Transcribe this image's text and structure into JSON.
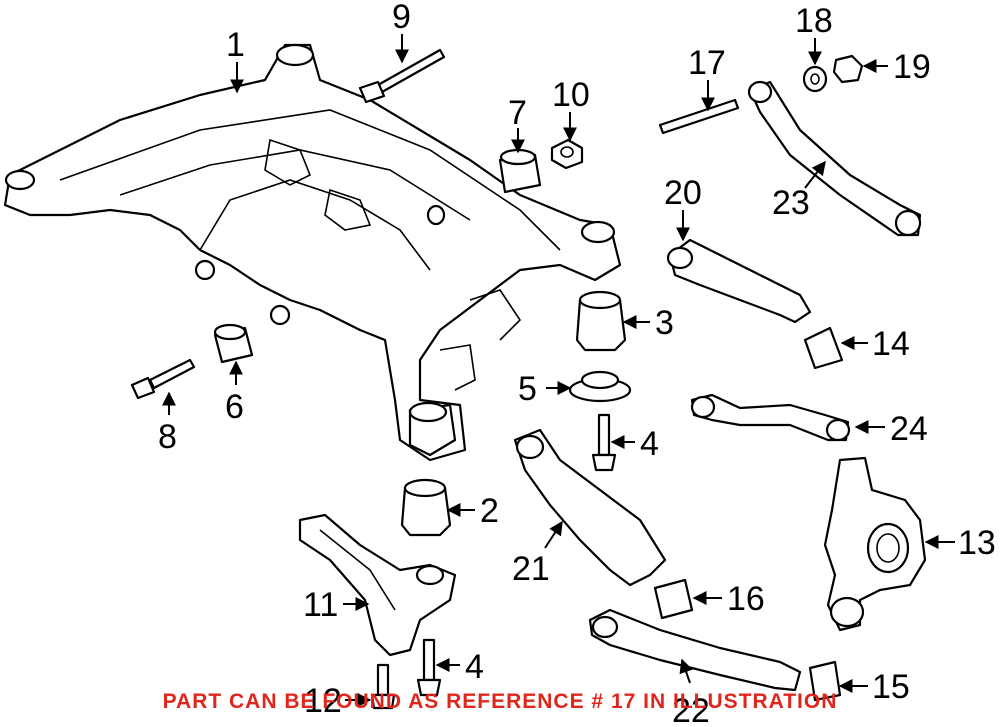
{
  "callouts": [
    "1",
    "2",
    "3",
    "4",
    "4",
    "5",
    "6",
    "7",
    "8",
    "9",
    "10",
    "11",
    "12",
    "13",
    "14",
    "15",
    "16",
    "17",
    "18",
    "19",
    "20",
    "21",
    "22",
    "23",
    "24"
  ],
  "notice": "PART CAN BE FOUND AS REFERENCE # 17 IN ILLUSTRATION",
  "colors": {
    "notice": "#e0261c",
    "line": "#000000",
    "background": "#ffffff"
  }
}
